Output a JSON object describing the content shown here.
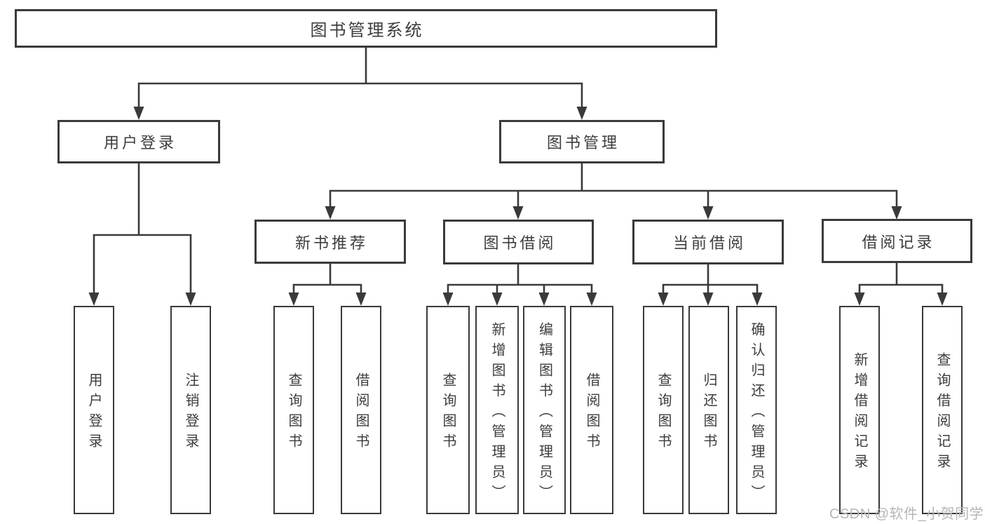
{
  "tree": {
    "label": "图书管理系统",
    "children": [
      {
        "label": "用户登录",
        "children": [
          {
            "label": "用户登录"
          },
          {
            "label": "注销登录"
          }
        ]
      },
      {
        "label": "图书管理",
        "children": [
          {
            "label": "新书推荐",
            "children": [
              {
                "label": "查询图书"
              },
              {
                "label": "借阅图书"
              }
            ]
          },
          {
            "label": "图书借阅",
            "children": [
              {
                "label": "查询图书"
              },
              {
                "label": "新增图书（管理员）"
              },
              {
                "label": "编辑图书（管理员）"
              },
              {
                "label": "借阅图书"
              }
            ]
          },
          {
            "label": "当前借阅",
            "children": [
              {
                "label": "查询图书"
              },
              {
                "label": "归还图书"
              },
              {
                "label": "确认归还（管理员）"
              }
            ]
          },
          {
            "label": "借阅记录",
            "children": [
              {
                "label": "新增借阅记录"
              },
              {
                "label": "查询借阅记录"
              }
            ]
          }
        ]
      }
    ]
  },
  "watermark": {
    "text": "CSDN @软件_小贺同学"
  },
  "colors": {
    "line": "#3a3a3a",
    "text": "#3d3d3d",
    "watermark": "#b6b6b9",
    "background": "#ffffff"
  }
}
